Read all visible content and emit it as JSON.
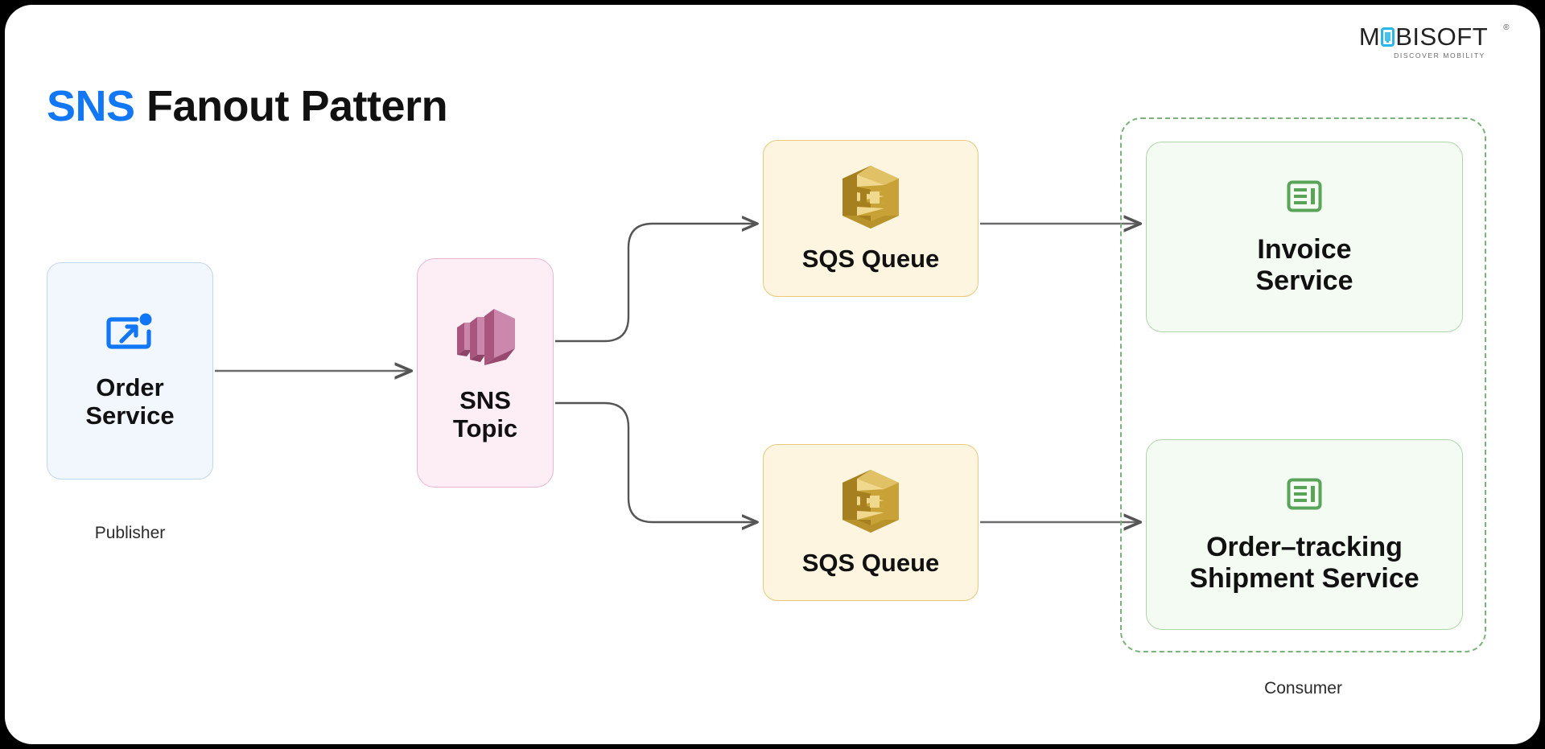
{
  "brand": {
    "name_left": "M",
    "name_right": "BISOFT",
    "registered_mark": "®",
    "tagline": "DISCOVER MOBILITY",
    "logo_icon": "mobile-device-icon",
    "accent_color": "#29b6e8"
  },
  "title": {
    "accent_text": "SNS",
    "accent_color": "#1277f5",
    "rest_text": " Fanout Pattern"
  },
  "diagram": {
    "type": "architecture-flow",
    "publisher_caption": "Publisher",
    "consumer_caption": "Consumer",
    "nodes": [
      {
        "id": "order-service",
        "label": "Order\nService",
        "icon": "share-image-icon",
        "icon_color": "#1277f5",
        "fill": "#f2f7fe",
        "stroke": "#c3d6ef",
        "role": "publisher"
      },
      {
        "id": "sns-topic",
        "label": "SNS\nTopic",
        "icon": "aws-sns-icon",
        "icon_color": "#c57ba2",
        "fill": "#fdeef5",
        "stroke": "#e8b6cf",
        "role": "topic"
      },
      {
        "id": "sqs-queue-top",
        "label": "SQS Queue",
        "icon": "aws-sqs-icon",
        "icon_color": "#cfa22f",
        "fill": "#fdf5e0",
        "stroke": "#e9c978",
        "role": "queue"
      },
      {
        "id": "sqs-queue-bottom",
        "label": "SQS Queue",
        "icon": "aws-sqs-icon",
        "icon_color": "#cfa22f",
        "fill": "#fdf5e0",
        "stroke": "#e9c978",
        "role": "queue"
      },
      {
        "id": "invoice-service",
        "label": "Invoice\nService",
        "icon": "article-icon",
        "icon_color": "#5aa45a",
        "fill": "#f4fbf3",
        "stroke": "#aed6a9",
        "role": "consumer"
      },
      {
        "id": "order-tracking-shipment-service",
        "label": "Order–tracking\nShipment Service",
        "icon": "article-icon",
        "icon_color": "#5aa45a",
        "fill": "#f4fbf3",
        "stroke": "#aed6a9",
        "role": "consumer"
      }
    ],
    "edges": [
      {
        "from": "order-service",
        "to": "sns-topic",
        "style": "straight-arrow"
      },
      {
        "from": "sns-topic",
        "to": "sqs-queue-top",
        "style": "elbow-arrow"
      },
      {
        "from": "sns-topic",
        "to": "sqs-queue-bottom",
        "style": "elbow-arrow"
      },
      {
        "from": "sqs-queue-top",
        "to": "invoice-service",
        "style": "straight-arrow"
      },
      {
        "from": "sqs-queue-bottom",
        "to": "order-tracking-shipment-service",
        "style": "straight-arrow"
      }
    ],
    "edge_color": "#666666",
    "group_border_color": "#7ab37a"
  }
}
